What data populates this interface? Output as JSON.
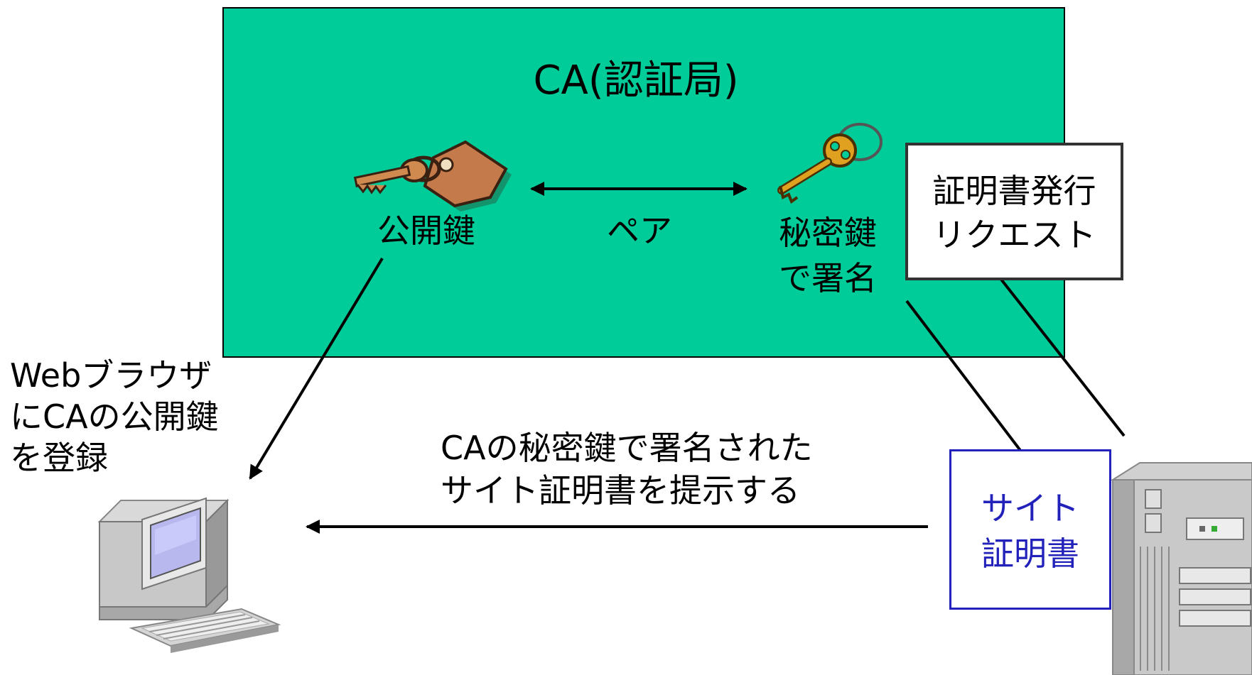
{
  "ca": {
    "title": "CA(認証局)"
  },
  "keys": {
    "public_label": "公開鍵",
    "pair_label": "ペア",
    "private_label_line1": "秘密鍵",
    "private_label_line2": "で署名"
  },
  "request": {
    "line1": "証明書発行",
    "line2": "リクエスト"
  },
  "browser_note": {
    "line1": "Webブラウザ",
    "line2": "にCAの公開鍵",
    "line3": "を登録"
  },
  "certificate_note": {
    "line1": "CAの秘密鍵で署名された",
    "line2": "サイト証明書を提示する"
  },
  "site_certificate": {
    "line1": "サイト",
    "line2": "証明書"
  },
  "colors": {
    "ca_background": "#00cc99",
    "certificate_blue": "#2222bb",
    "arrow": "#000000"
  }
}
